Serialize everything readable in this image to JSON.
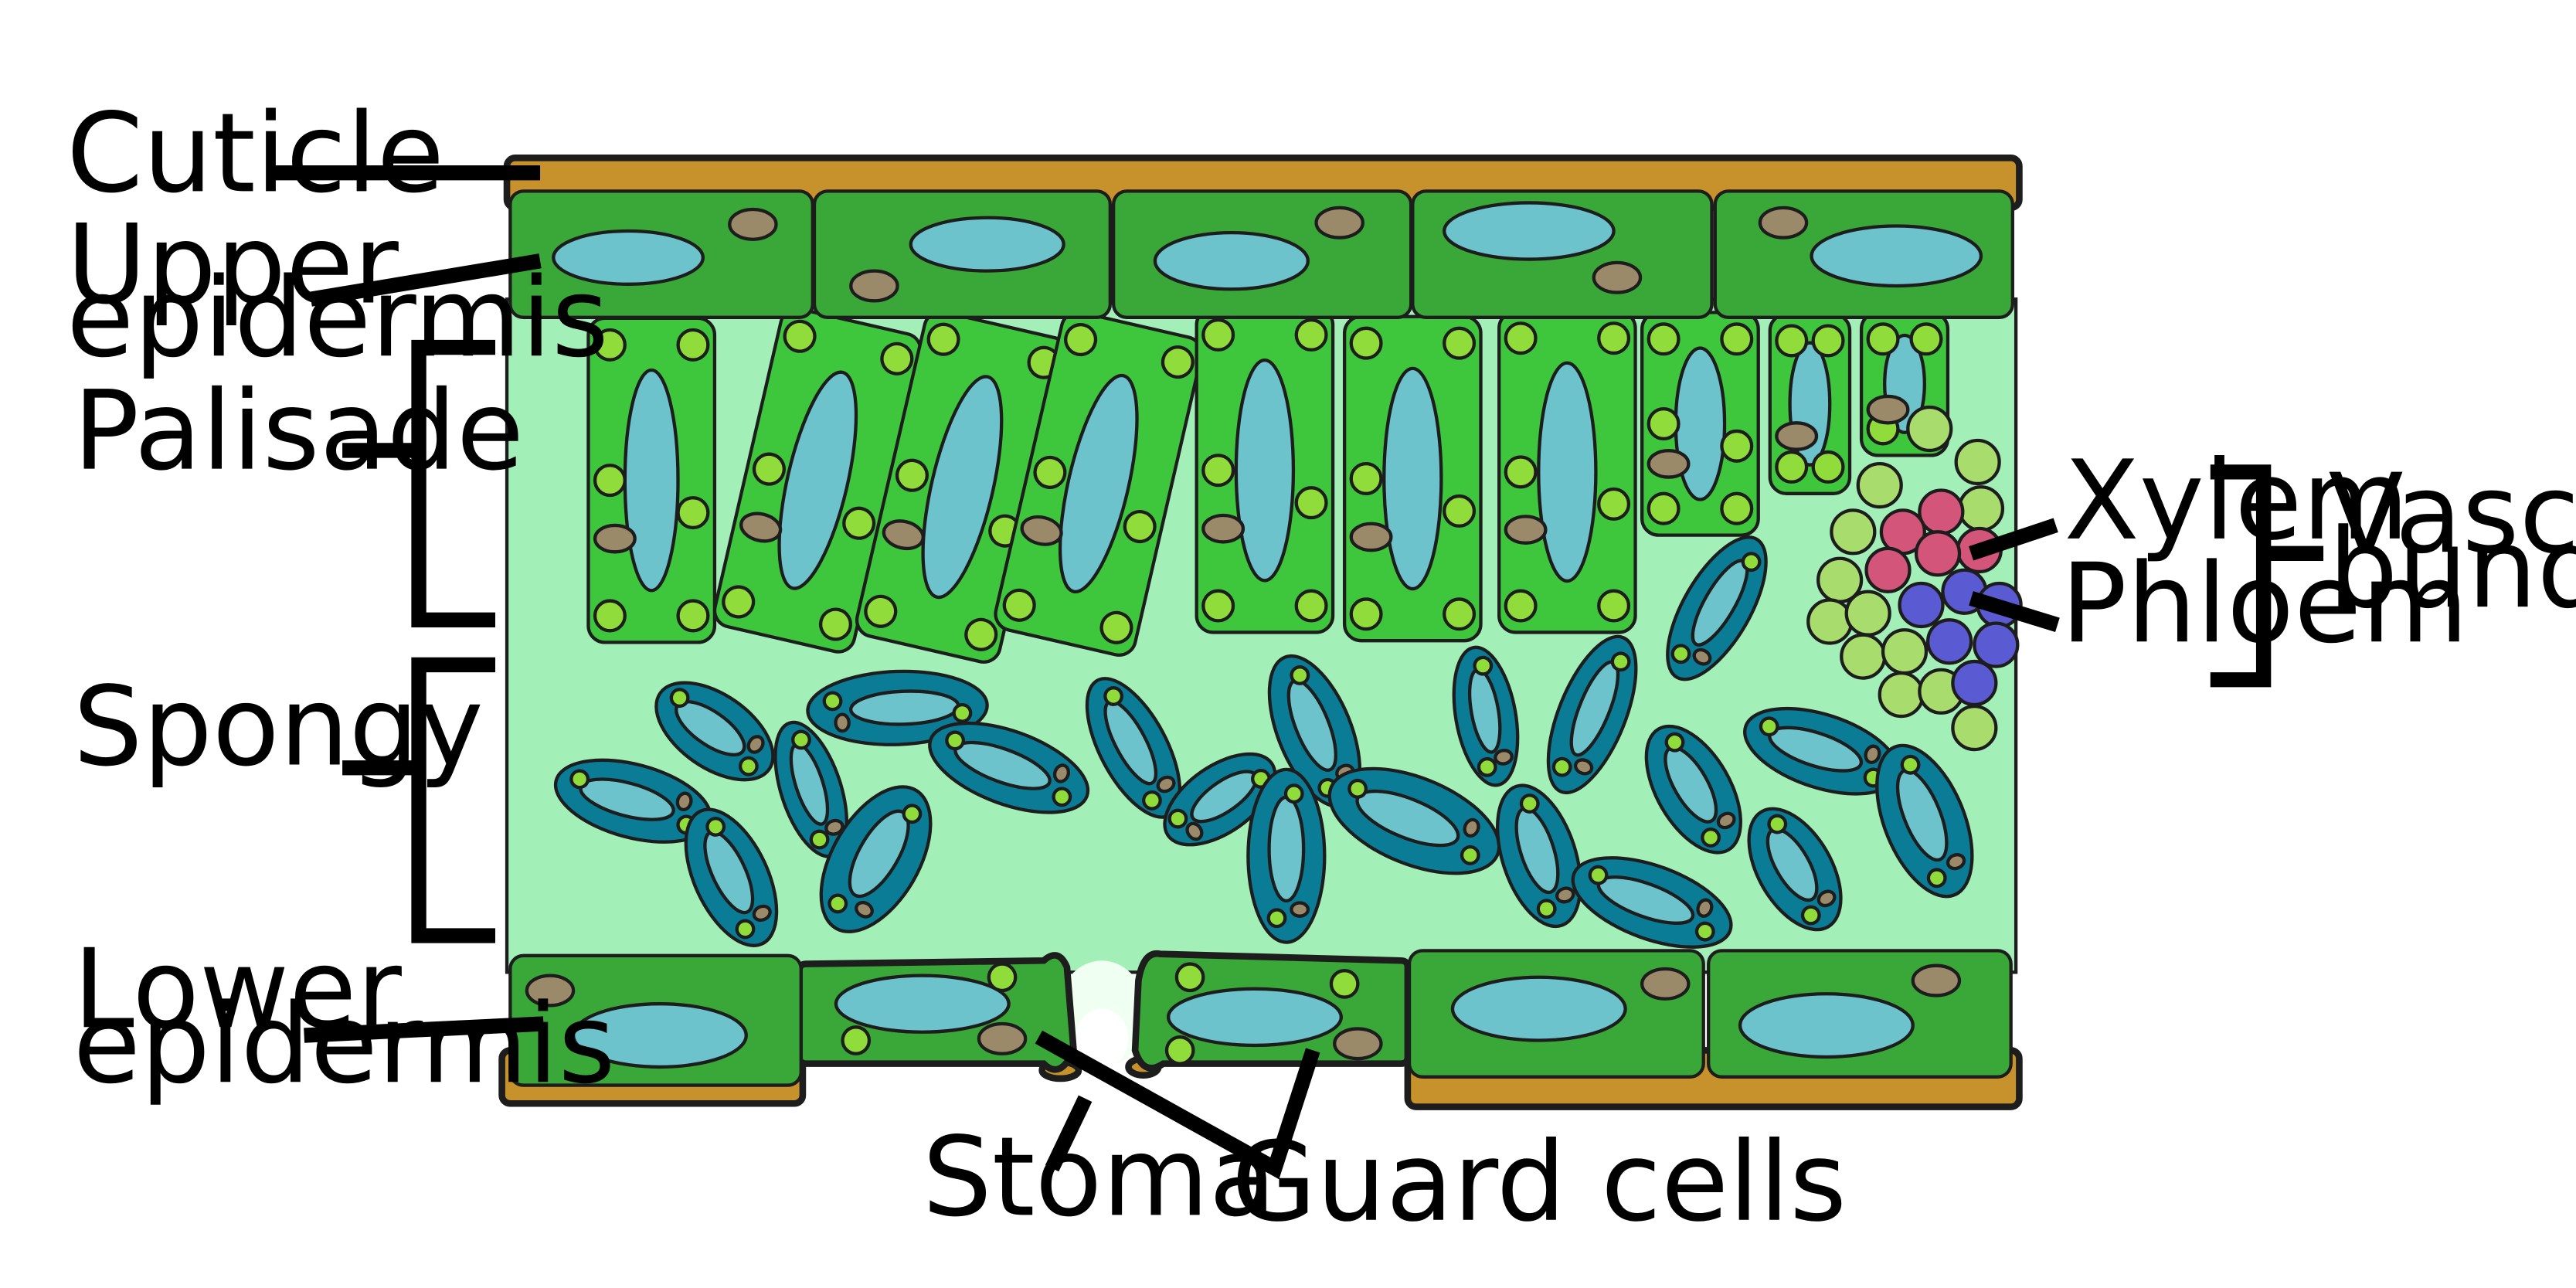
{
  "diagram": {
    "labels": {
      "cuticle": "Cuticle",
      "upper_epidermis_line1": "Upper",
      "upper_epidermis_line2": "epidermis",
      "palisade": "Palisade",
      "spongy": "Spongy",
      "lower_epidermis_line1": "Lower",
      "lower_epidermis_line2": "epidermis",
      "xylem": "Xylem",
      "phloem": "Phloem",
      "vascular_bundle_line1": "Vascular",
      "vascular_bundle_line2": "bundle",
      "stoma": "Stoma",
      "guard_cells": "Guard cells"
    },
    "colors": {
      "cuticle": "#c7922b",
      "epidermis_cell": "#3aa838",
      "palisade_cell": "#3ec73c",
      "mesophyll_background": "#a3efb8",
      "vacuole": "#6cc3cb",
      "nucleus": "#9b8a6a",
      "chloroplast": "#8fdc3a",
      "spongy_cell": "#0a7c96",
      "xylem": "#d4557a",
      "phloem": "#5a5ad2",
      "bundle_parenchyma": "#a8dc6c",
      "label_line": "#000000"
    }
  }
}
